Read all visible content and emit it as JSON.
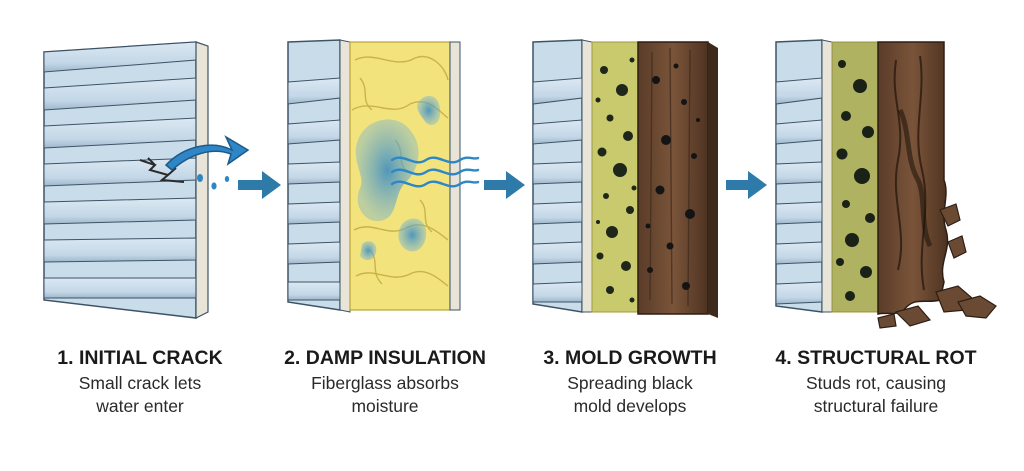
{
  "steps": [
    {
      "title": "1. INITIAL CRACK",
      "desc_line1": "Small crack lets",
      "desc_line2": "water enter"
    },
    {
      "title": "2. DAMP INSULATION",
      "desc_line1": "Fiberglass absorbs",
      "desc_line2": "moisture"
    },
    {
      "title": "3. MOLD GROWTH",
      "desc_line1": "Spreading black",
      "desc_line2": "mold develops"
    },
    {
      "title": "4. STRUCTURAL ROT",
      "desc_line1": "Studs rot, causing",
      "desc_line2": "structural failure"
    }
  ],
  "arrows": [
    {
      "from": "step-1",
      "to": "step-2"
    },
    {
      "from": "step-2",
      "to": "step-3"
    },
    {
      "from": "step-3",
      "to": "step-4"
    }
  ],
  "colors": {
    "siding_light": "#c9dcea",
    "siding_shadow": "#9fb7cc",
    "outline": "#3d5366",
    "insulation": "#f3e37c",
    "insulation_dark": "#d9c44f",
    "stain": "#5aa0c8",
    "wood": "#6b4a34",
    "wood_dark": "#3e2a1d",
    "mold": "#2a2e24",
    "arrow": "#2e7aa8"
  },
  "icons": {
    "water_splash": "water-splash-icon",
    "moisture_waves": "moisture-waves-icon",
    "process_arrow": "right-arrow-icon"
  }
}
